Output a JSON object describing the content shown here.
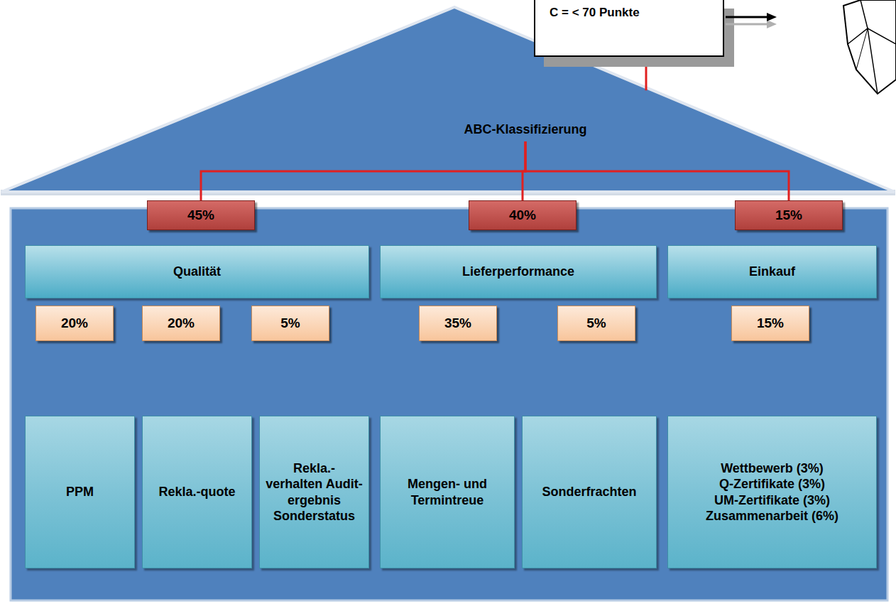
{
  "diagram": {
    "nodes": [
      {
        "text": [
          "C = < 70 Punkte"
        ]
      },
      {
        "text": [
          "ABC-Klassifizierung"
        ]
      },
      {
        "text": [
          "45%"
        ]
      },
      {
        "text": [
          "40%"
        ]
      },
      {
        "text": [
          "15%"
        ]
      },
      {
        "text": [
          "Qualität"
        ]
      },
      {
        "text": [
          "Lieferperformance"
        ]
      },
      {
        "text": [
          "Einkauf"
        ]
      },
      {
        "text": [
          "20%"
        ]
      },
      {
        "text": [
          "20%"
        ]
      },
      {
        "text": [
          "5%"
        ]
      },
      {
        "text": [
          "35%"
        ]
      },
      {
        "text": [
          "5%"
        ]
      },
      {
        "text": [
          "15%"
        ]
      },
      {
        "text": [
          "PPM"
        ]
      },
      {
        "text": [
          "Rekla.-quote"
        ]
      },
      {
        "text": [
          "Rekla.-verhalten Audit-ergebnis Sonderstatus"
        ]
      },
      {
        "text": [
          "Mengen- und Termintreue"
        ]
      },
      {
        "text": [
          "Sonderfrachten"
        ]
      },
      {
        "text": [
          "Wettbewerb (3%)",
          "Q-Zertifikate (3%)",
          "UM-Zertifikate (3%)",
          "Zusammenarbeit (6%)"
        ]
      }
    ],
    "edges": [
      {
        "from": 0,
        "to": 1,
        "arrow": "none"
      },
      {
        "from": 1,
        "to": 2,
        "arrow": "none"
      },
      {
        "from": 1,
        "to": 3,
        "arrow": "none"
      },
      {
        "from": 1,
        "to": 4,
        "arrow": "none"
      }
    ]
  }
}
